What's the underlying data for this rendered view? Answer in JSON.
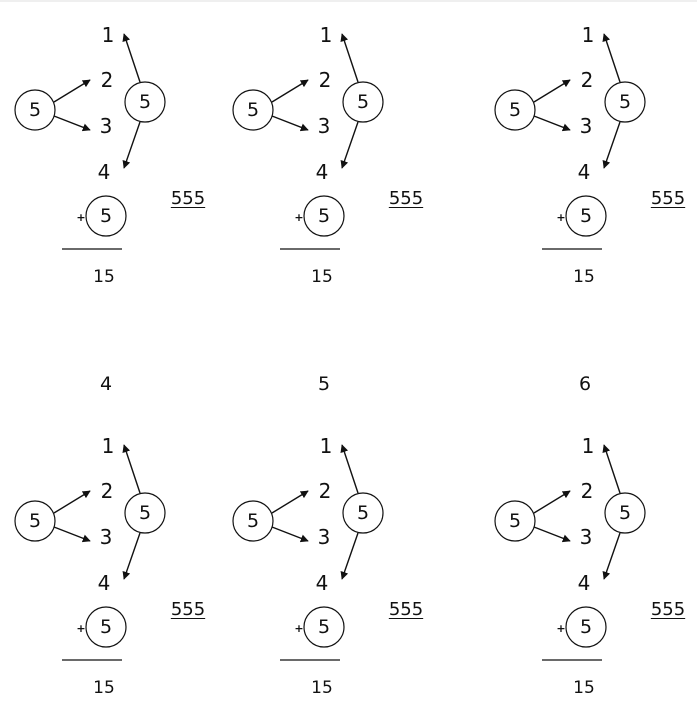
{
  "section_numbers": [
    "4",
    "5",
    "6"
  ],
  "panels": [
    {
      "targets": [
        "1",
        "2",
        "3",
        "4"
      ],
      "left_circle": "5",
      "right_circle": "5",
      "bottom_circle": "5",
      "plus_sign": "+",
      "underlined_number": "555",
      "sum": "15"
    },
    {
      "targets": [
        "1",
        "2",
        "3",
        "4"
      ],
      "left_circle": "5",
      "right_circle": "5",
      "bottom_circle": "5",
      "plus_sign": "+",
      "underlined_number": "555",
      "sum": "15"
    },
    {
      "targets": [
        "1",
        "2",
        "3",
        "4"
      ],
      "left_circle": "5",
      "right_circle": "5",
      "bottom_circle": "5",
      "plus_sign": "+",
      "underlined_number": "555",
      "sum": "15"
    },
    {
      "targets": [
        "1",
        "2",
        "3",
        "4"
      ],
      "left_circle": "5",
      "right_circle": "5",
      "bottom_circle": "5",
      "plus_sign": "+",
      "underlined_number": "555",
      "sum": "15"
    },
    {
      "targets": [
        "1",
        "2",
        "3",
        "4"
      ],
      "left_circle": "5",
      "right_circle": "5",
      "bottom_circle": "5",
      "plus_sign": "+",
      "underlined_number": "555",
      "sum": "15"
    },
    {
      "targets": [
        "1",
        "2",
        "3",
        "4"
      ],
      "left_circle": "5",
      "right_circle": "5",
      "bottom_circle": "5",
      "plus_sign": "+",
      "underlined_number": "555",
      "sum": "15"
    }
  ]
}
